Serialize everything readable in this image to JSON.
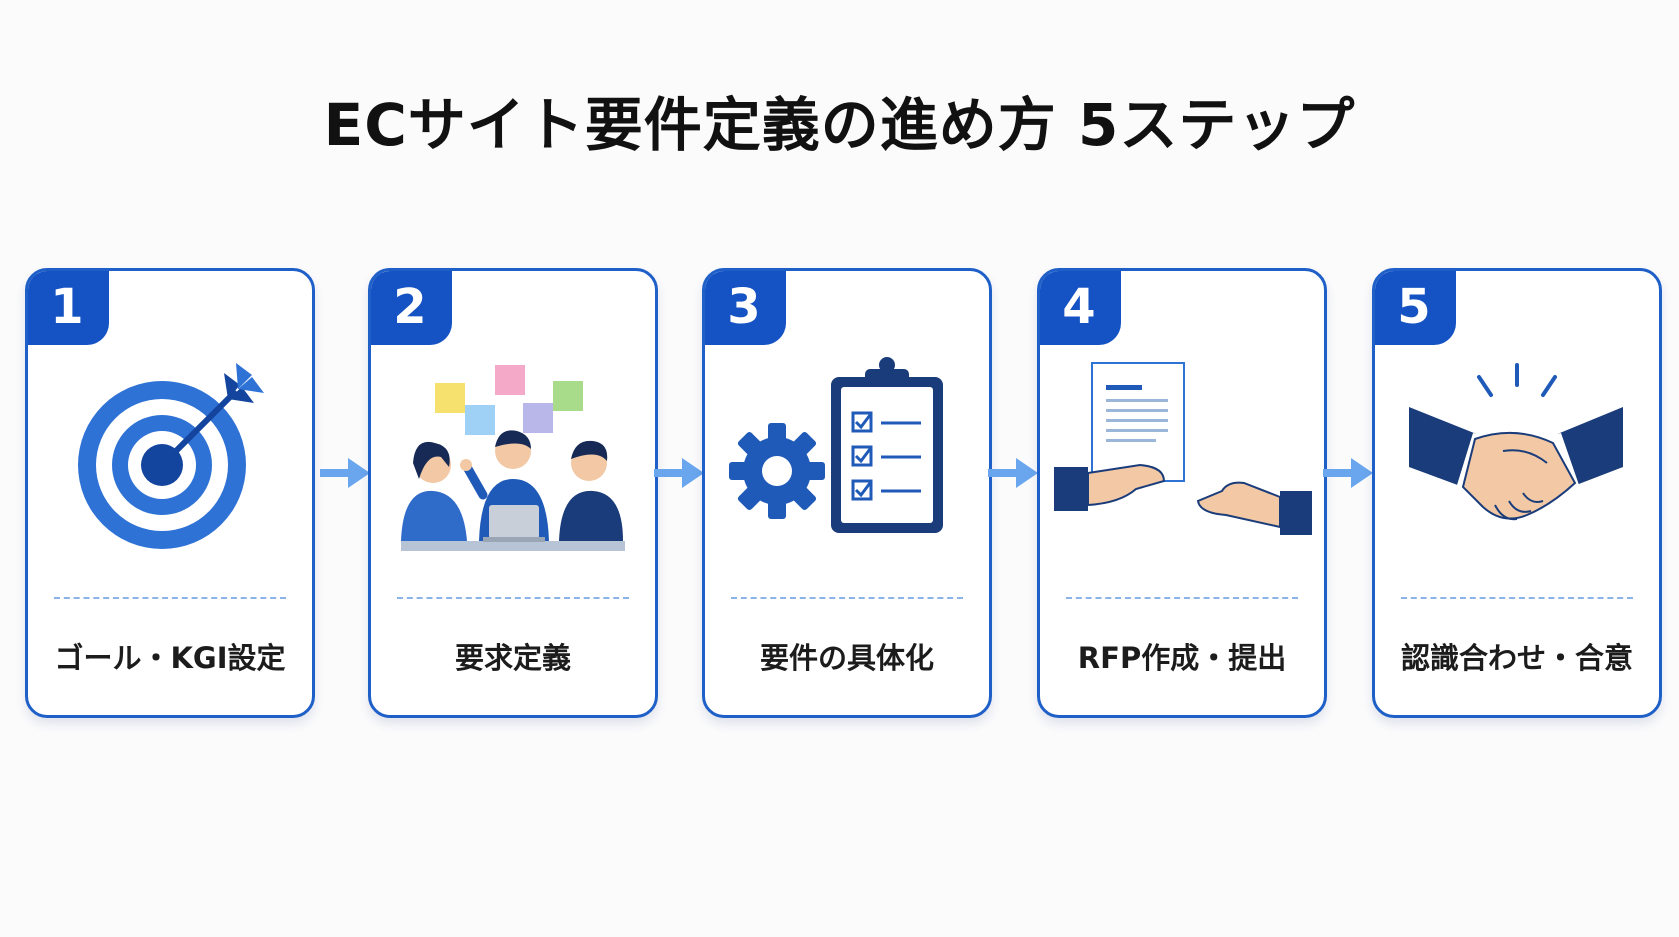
{
  "title": "ECサイト要件定義の進め方 5ステップ",
  "colors": {
    "primary": "#1553c4",
    "border": "#1f5fc8",
    "arrow": "#6aa6ee",
    "dark_navy": "#1a3c7a"
  },
  "steps": [
    {
      "number": "1",
      "label": "ゴール・KGI設定",
      "icon": "target-icon"
    },
    {
      "number": "2",
      "label": "要求定義",
      "icon": "team-meeting-icon"
    },
    {
      "number": "3",
      "label": "要件の具体化",
      "icon": "gear-checklist-icon"
    },
    {
      "number": "4",
      "label": "RFP作成・提出",
      "icon": "document-handover-icon"
    },
    {
      "number": "5",
      "label": "認識合わせ・合意",
      "icon": "handshake-icon"
    }
  ]
}
